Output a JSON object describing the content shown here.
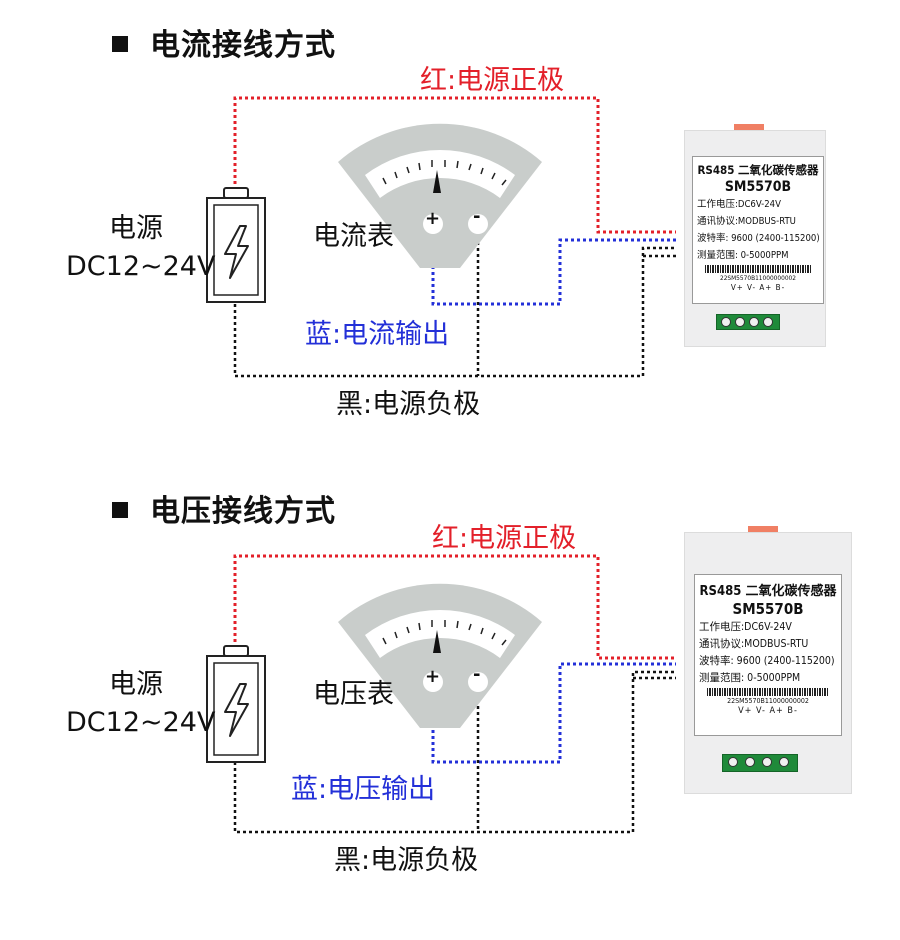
{
  "sections": [
    {
      "title": "电流接线方式",
      "red_label": "红:电源正极",
      "blue_label": "蓝:电流输出",
      "black_label": "黑:电源负极",
      "psu_label_line1": "电源",
      "psu_label_line2": "DC12~24V",
      "meter_label": "电流表",
      "meter_plus": "+",
      "meter_minus": "-"
    },
    {
      "title": "电压接线方式",
      "red_label": "红:电源正极",
      "blue_label": "蓝:电压输出",
      "black_label": "黑:电源负极",
      "psu_label_line1": "电源",
      "psu_label_line2": "DC12~24V",
      "meter_label": "电压表",
      "meter_plus": "+",
      "meter_minus": "-"
    }
  ],
  "device": {
    "line1": "RS485 二氧化碳传感器",
    "model": "SM5570B",
    "spec1": "工作电压:DC6V-24V",
    "spec2": "通讯协议:MODBUS-RTU",
    "spec3": "波特率: 9600 (2400-115200)",
    "spec4": "测量范围: 0-5000PPM",
    "serial": "22SM5570B11000000002",
    "terminals": "V+ V- A+ B-"
  },
  "colors": {
    "red_wire": "#e3202a",
    "blue_wire": "#2330d8",
    "black_wire": "#111111",
    "meter_gray": "#c9cdcb",
    "terminal_green": "#1f8a3a"
  }
}
